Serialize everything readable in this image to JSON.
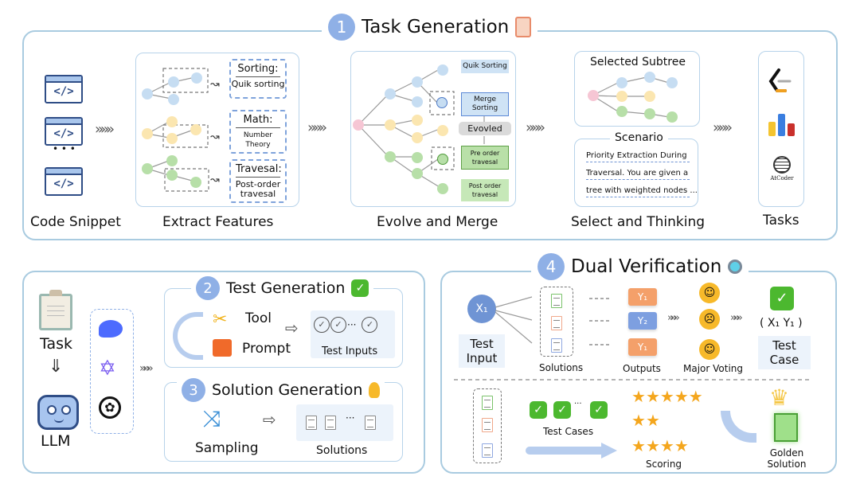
{
  "section1": {
    "number": "1",
    "title": "Task Generation",
    "title_icon": "clipboard-icon",
    "code_snippet_label": "Code Snippet",
    "code_icon_text": "</>",
    "ellipsis": "• • •",
    "extract_features_label": "Extract Features",
    "features": [
      {
        "category": "Sorting:",
        "detail": "Quik sorting"
      },
      {
        "category": "Math:",
        "detail": "Number Theory"
      },
      {
        "category": "Travesal:",
        "detail": "Post-order travesal"
      }
    ],
    "evolve_merge_label": "Evolve and Merge",
    "evolve_boxes": [
      "Quik Sorting",
      "Merge Sorting",
      "Evovled",
      "Pre order travesal",
      "Post order travesal"
    ],
    "select_thinking_label": "Select and Thinking",
    "selected_subtree_label": "Selected Subtree",
    "scenario_label": "Scenario",
    "scenario_lines": [
      "Priority Extraction During",
      "Traversal. You are given a",
      "tree with weighted nodes ..."
    ],
    "tasks_label": "Tasks",
    "task_sources": [
      "leetcode-icon",
      "codeforces-icon",
      "atcoder-icon"
    ],
    "atcoder_text": "AtCoder",
    "chevrons": "»»»"
  },
  "section_llm": {
    "task_label": "Task",
    "llm_label": "LLM",
    "models": [
      "deepseek-icon",
      "qwen-icon",
      "openai-icon"
    ]
  },
  "section2": {
    "number": "2",
    "title": "Test Generation",
    "tool_label": "Tool",
    "prompt_label": "Prompt",
    "test_inputs_label": "Test Inputs",
    "ellipsis": "···"
  },
  "section3": {
    "number": "3",
    "title": "Solution Generation",
    "sampling_label": "Sampling",
    "solutions_label": "Solutions",
    "ellipsis": "···"
  },
  "section4": {
    "number": "4",
    "title": "Dual Verification",
    "input_symbol": "X₁",
    "test_input_label": "Test Input",
    "solutions_label": "Solutions",
    "outputs": [
      "Y₁",
      "Y₂",
      "Y₁"
    ],
    "outputs_label": "Outputs",
    "major_voting_label": "Major Voting",
    "test_case_pair": "( X₁ Y₁ )",
    "test_case_label": "Test Case",
    "test_cases_label": "Test Cases",
    "scoring_label": "Scoring",
    "star_ratings": [
      5,
      2,
      4
    ],
    "golden_solution_label": "Golden Solution",
    "ellipsis": "···"
  },
  "colors": {
    "accent_blue": "#8fb0e6",
    "panel_border": "#a9cbe0",
    "output_orange": "#f4a06a",
    "output_blue": "#7d9fe0",
    "check_green": "#4cb82f",
    "star_gold": "#f4a61d"
  }
}
